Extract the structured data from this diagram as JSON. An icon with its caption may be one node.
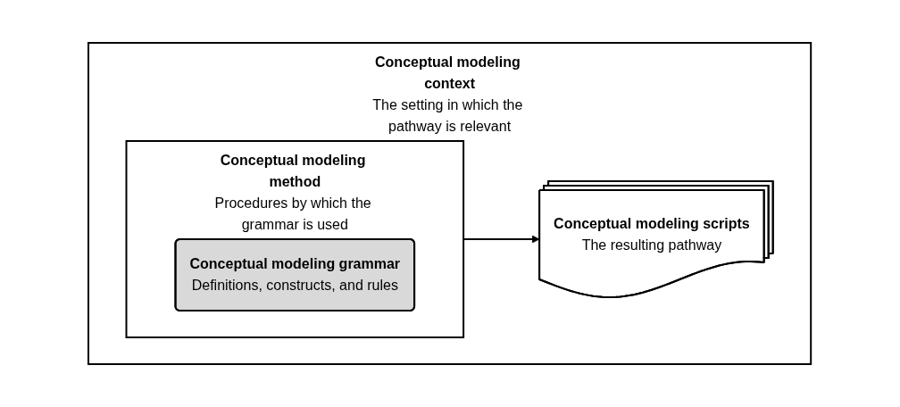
{
  "diagram": {
    "nodes": [
      {
        "text": [
          "Conceptual modeling context",
          "The setting in which the pathway is relevant"
        ]
      },
      {
        "text": [
          "Conceptual modeling method",
          "Procedures by which the grammar is used"
        ],
        "in": 0
      },
      {
        "text": [
          "Conceptual modeling grammar",
          "Definitions, constructs, and rules"
        ],
        "in": 1
      },
      {
        "text": [
          "Conceptual modeling scripts",
          "The resulting pathway"
        ],
        "in": 0
      }
    ],
    "edges": [
      {
        "from": 1,
        "to": 3,
        "arrow": "to"
      }
    ]
  }
}
